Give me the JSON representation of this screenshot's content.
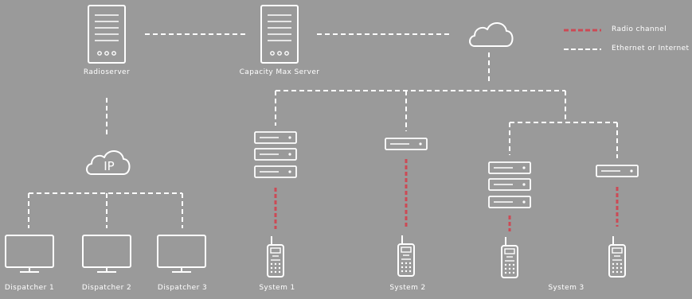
{
  "legend": {
    "radio_channel": "Radio channel",
    "ethernet": "Ethernet or Internet",
    "colors": {
      "radio": "#cc4a55",
      "ethernet": "#ffffff"
    }
  },
  "servers": {
    "radioserver": "Radioserver",
    "capacity_max": "Capacity Max Server"
  },
  "cloud_ip_text": "IP",
  "dispatchers": [
    "Dispatcher 1",
    "Dispatcher 2",
    "Dispatcher 3"
  ],
  "systems": [
    "System 1",
    "System 2",
    "System 3"
  ],
  "colors": {
    "background": "#9a9a9a",
    "line": "#ffffff",
    "radio": "#cc4a55"
  }
}
